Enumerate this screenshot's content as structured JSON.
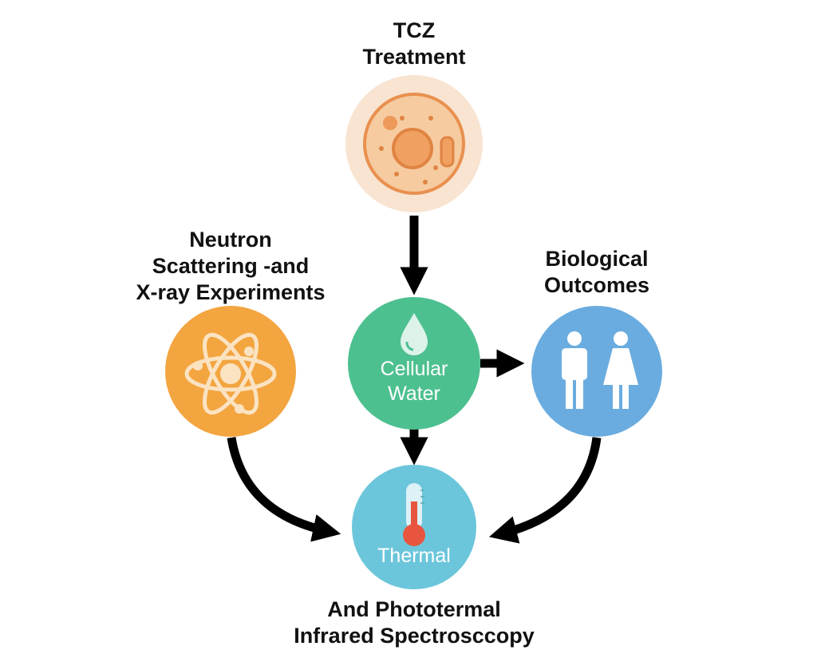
{
  "nodes": {
    "tcz": {
      "label": "TCZ\nTreatment",
      "color": "#F8E4D1",
      "icon": "cell-icon"
    },
    "water": {
      "label": "Cellular\nWater",
      "color": "#4DC08F",
      "icon": "water-drop-icon"
    },
    "neutron": {
      "label": "Neutron\nScattering -and\nX-ray Experiments",
      "color": "#F3A540",
      "icon": "atom-icon"
    },
    "bio": {
      "label": "Biological\nOutcomes",
      "color": "#6AACDF",
      "icon": "people-icon"
    },
    "thermal": {
      "label": "Thermal",
      "color": "#6CC6DB",
      "icon": "thermometer-icon"
    }
  },
  "bottom_caption": "And Phototermal\nInfrared Spectrosccopy"
}
